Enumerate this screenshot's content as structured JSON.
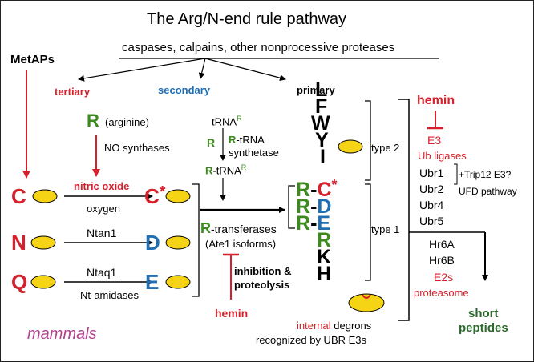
{
  "title": "The Arg/N-end rule pathway",
  "proteases": "caspases, calpains, other nonprocessive proteases",
  "metaps": "MetAPs",
  "branches": {
    "tertiary": "tertiary",
    "secondary": "secondary",
    "primary": "primary"
  },
  "arginine": {
    "letter": "R",
    "label": "(arginine)"
  },
  "no_synthases": "NO synthases",
  "nitric_oxide": "nitric oxide",
  "oxygen": "oxygen",
  "trna": {
    "label": "tRNA",
    "sup": "R",
    "R": "R",
    "synth_r": "R",
    "synth_1": "-tRNA",
    "synth_2": "synthetase",
    "rtrna_r": "R",
    "rtrna_t": "-tRNA",
    "rtrna_sup": "R"
  },
  "transferases": {
    "r": "R",
    "label": "-transferases",
    "isoforms": "(Ate1 isoforms)"
  },
  "inhibition": "inhibition &",
  "proteolysis": "proteolysis",
  "hemin": "hemin",
  "tertiary_residues": [
    {
      "letter": "C",
      "enzyme": "",
      "product": "C",
      "star": "*"
    },
    {
      "letter": "N",
      "enzyme": "Ntan1",
      "product": "D"
    },
    {
      "letter": "Q",
      "enzyme": "Ntaq1",
      "product": "E"
    }
  ],
  "nt_amidases": "Nt-amidases",
  "type2": {
    "residues": [
      "L",
      "F",
      "W",
      "Y",
      "I"
    ],
    "label": "type 2"
  },
  "type1": {
    "label": "type 1",
    "extra": [
      "K",
      "H"
    ]
  },
  "rc": {
    "r1": "R",
    "c": "C",
    "star": "*",
    "r2": "R",
    "d": "D",
    "r3": "R",
    "e": "E",
    "r": "R"
  },
  "internal": "internal",
  "degrons": " degrons",
  "recognized": "recognized by UBR E3s",
  "right": {
    "hemin": "hemin",
    "e3": "E3",
    "ub_ligases": "Ub ligases",
    "ubrs": [
      "Ubr1",
      "Ubr2",
      "Ubr4",
      "Ubr5"
    ],
    "trip12": "+Trip12 E3?",
    "ufd": "UFD pathway",
    "hr6a": "Hr6A",
    "hr6b": "Hr6B",
    "e2s": "E2s",
    "proteasome": "proteasome",
    "short": "short",
    "peptides": "peptides"
  },
  "mammals": "mammals",
  "colors": {
    "red": "#d7202b",
    "blue": "#1f6fb5",
    "green": "#3d8a1f",
    "dark_green": "#2b6a2c",
    "oval": "#f5d315",
    "purple": "#b0428e"
  }
}
